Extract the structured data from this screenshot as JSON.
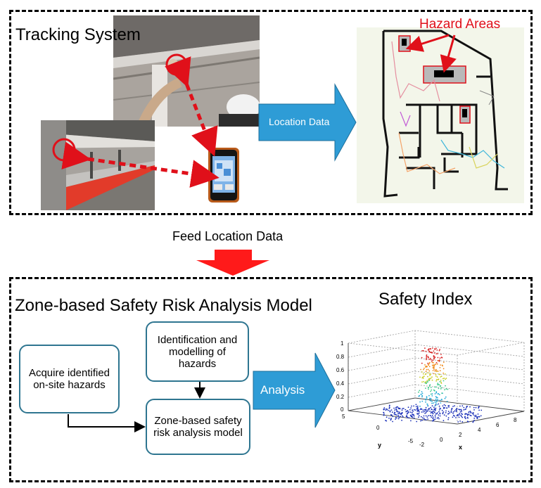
{
  "tracking": {
    "title": "Tracking System",
    "location_data_label": "Location Data",
    "hazard_areas_label": "Hazard Areas"
  },
  "feed_label": "Feed Location Data",
  "model": {
    "title": "Zone-based Safety Risk Analysis Model",
    "acquire_box": "Acquire identified on-site hazards",
    "identification_box": "Identification and modelling of hazards",
    "zone_box": "Zone-based safety risk analysis model",
    "analysis_label": "Analysis"
  },
  "safety_index": {
    "title": "Safety Index",
    "z_ticks": [
      "1",
      "0.8",
      "0.6",
      "0.4",
      "0.2",
      "0"
    ],
    "y_ticks": [
      "5",
      "0",
      "-5"
    ],
    "x_ticks": [
      "-2",
      "0",
      "2",
      "4",
      "6",
      "8"
    ],
    "x_label": "x",
    "y_label": "y"
  },
  "colors": {
    "arrow_blue": "#2e9cd6",
    "box_border": "#2e7590",
    "hazard_red": "#e0101a",
    "feed_arrow_red": "#ff1a1a"
  }
}
